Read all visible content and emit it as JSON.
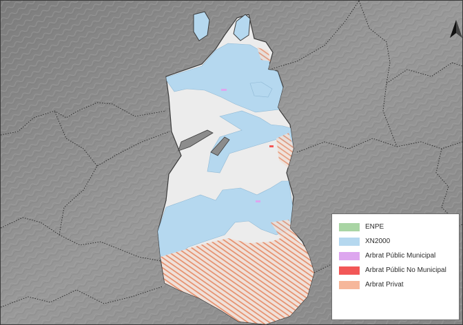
{
  "map": {
    "colors": {
      "hillshade": "#8c8c8c",
      "municipality_fill": "#ececec",
      "boundary_line": "#2b2b2b",
      "frame": "#3a3a3a"
    },
    "legend": {
      "items": [
        {
          "label": "ENPE",
          "color": "#a9d5a4"
        },
        {
          "label": "XN2000",
          "color": "#b5d8ef"
        },
        {
          "label": "Arbrat Públic Municipal",
          "color": "#dda7ef"
        },
        {
          "label": "Arbrat Públic No Municipal",
          "color": "#f25757"
        },
        {
          "label": "Arbrat Privat",
          "color": "#f6b79a"
        }
      ]
    },
    "north_arrow": {
      "icon": "north-arrow-icon"
    }
  }
}
